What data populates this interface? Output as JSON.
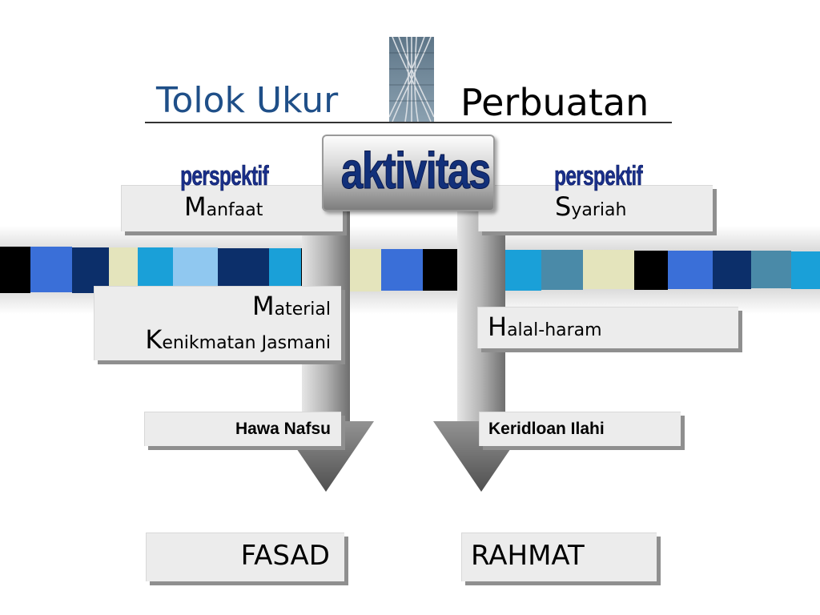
{
  "header": {
    "title_left": "Tolok Ukur",
    "title_right": "Perbuatan",
    "photo_icon": "railway-tracks-photo"
  },
  "center": {
    "label": "aktivitas"
  },
  "left_branch": {
    "perspektif": "perspektif",
    "aspect_initial": "M",
    "aspect_rest": "anfaat",
    "items": [
      {
        "initial": "M",
        "rest": "aterial"
      },
      {
        "initial": "K",
        "rest": "enikmatan Jasmani"
      }
    ],
    "driver": "Hawa Nafsu",
    "outcome": "FASAD"
  },
  "right_branch": {
    "perspektif": "perspektif",
    "aspect_initial": "S",
    "aspect_rest": "yariah",
    "items": [
      {
        "initial": "H",
        "rest": "alal-haram"
      }
    ],
    "driver": "Keridloan Ilahi",
    "outcome": "RAHMAT"
  },
  "colors": {
    "title_blue": "#1f4f88",
    "perspektif_blue": "#1a2f8a",
    "box_fill": "#ececec",
    "box_shadow": "#8f8f8f",
    "band_colors": [
      "#000000",
      "#3a6fd8",
      "#0c2f6a",
      "#e4e4bc",
      "#1aa0d8",
      "#90c8f0",
      "#4a8aa8"
    ]
  }
}
